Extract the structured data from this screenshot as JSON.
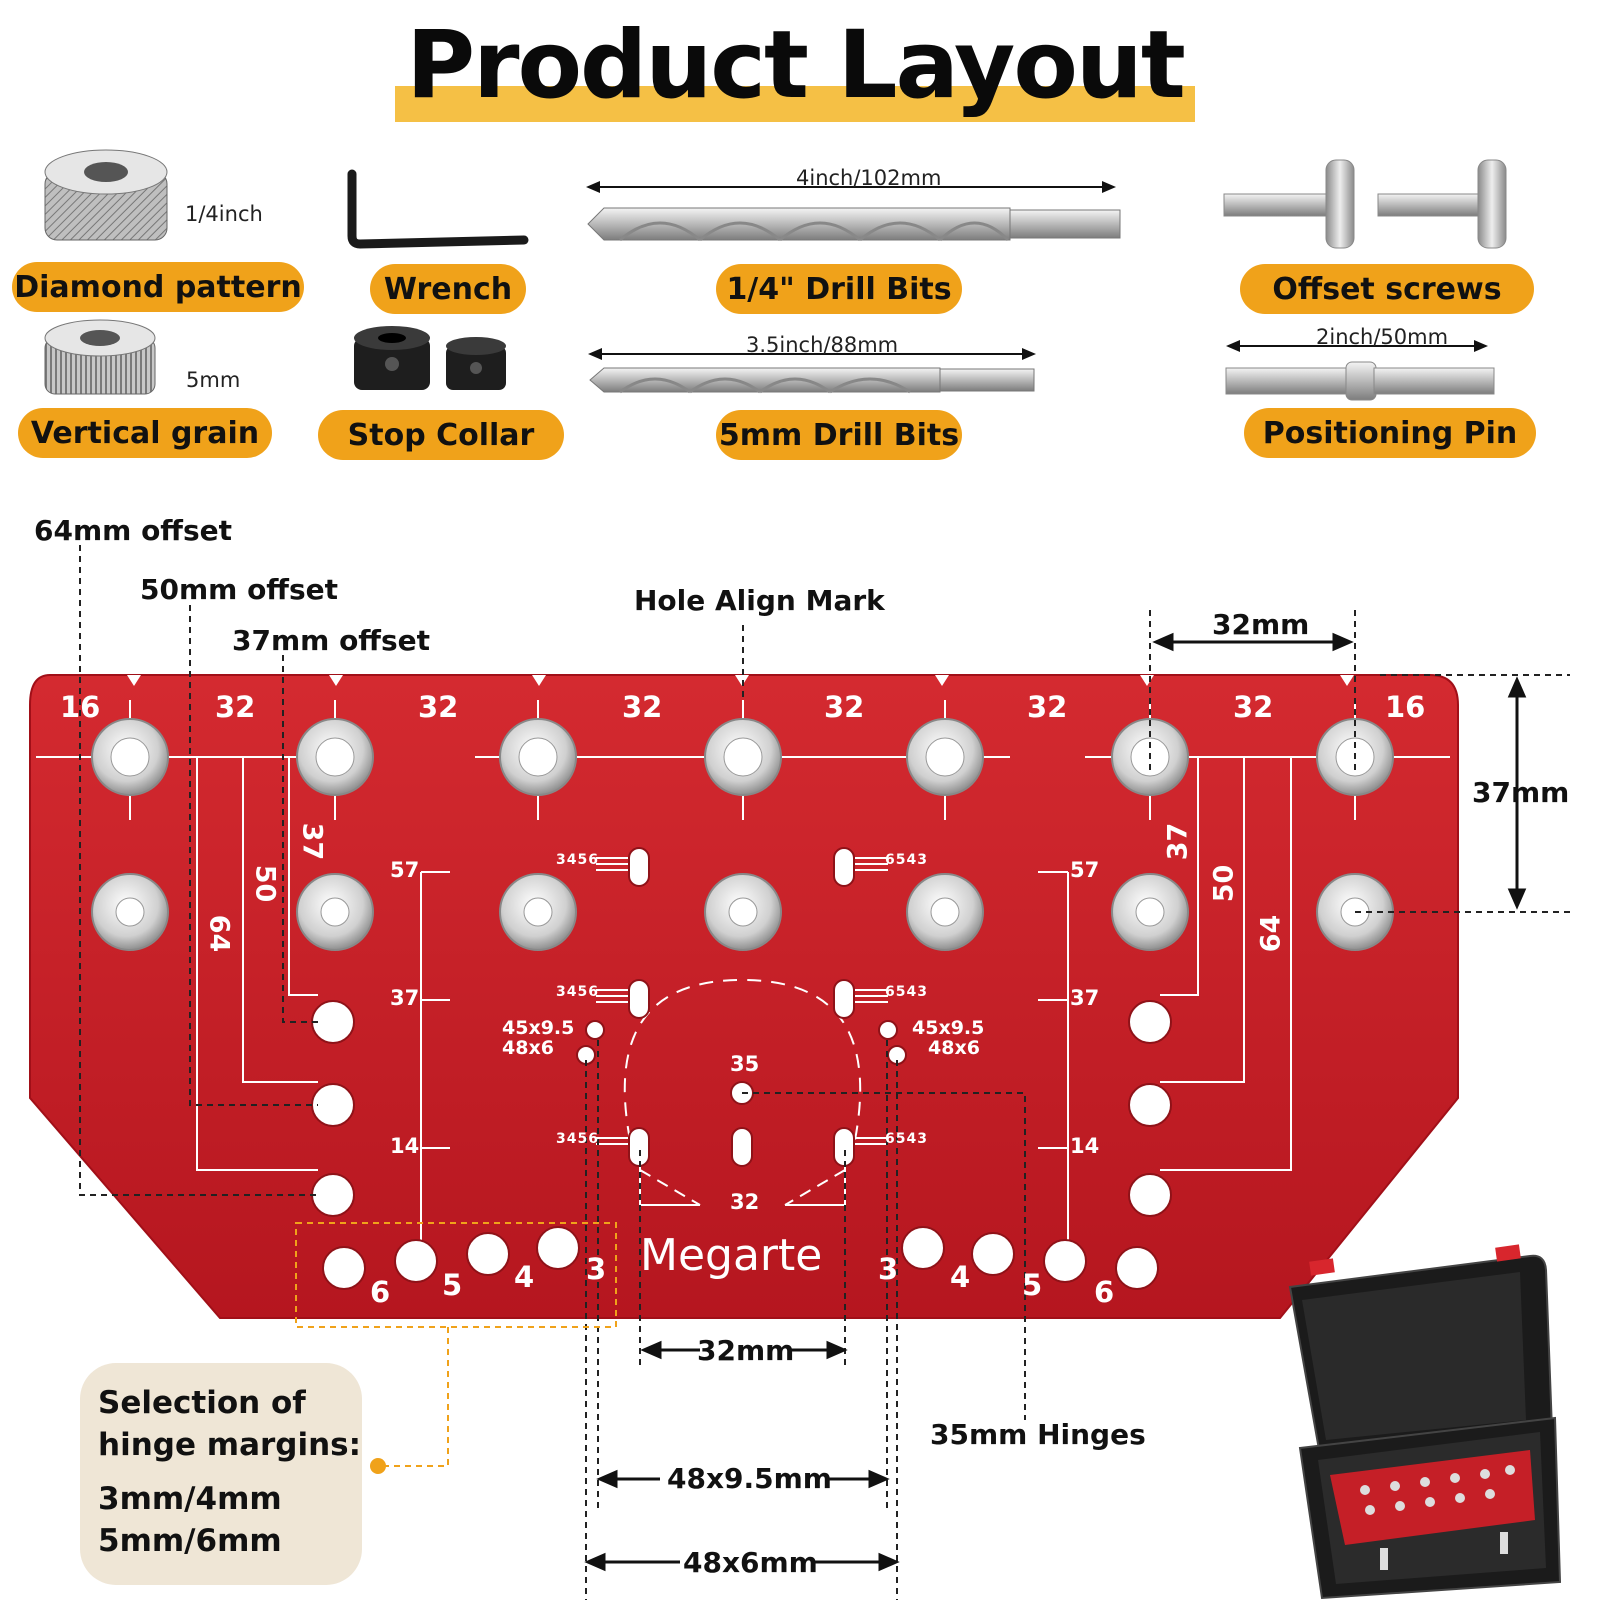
{
  "title": "Product Layout",
  "accessories": {
    "diamond_size": "1/4inch",
    "diamond_label": "Diamond pattern",
    "vertical_size": "5mm",
    "vertical_label": "Vertical grain",
    "wrench_label": "Wrench",
    "stop_collar_label": "Stop Collar",
    "drill_quarter_length": "4inch/102mm",
    "drill_quarter_label": "1/4\" Drill Bits",
    "drill_5mm_length": "3.5inch/88mm",
    "drill_5mm_label": "5mm Drill Bits",
    "offset_screws_label": "Offset screws",
    "pin_length": "2inch/50mm",
    "pin_label": "Positioning Pin"
  },
  "jig": {
    "brand": "Megarte",
    "offset_64": "64mm offset",
    "offset_50": "50mm offset",
    "offset_37": "37mm offset",
    "hole_align_mark": "Hole Align Mark",
    "spacing_32": "32mm",
    "height_37": "37mm",
    "top_scale": [
      "16",
      "32",
      "32",
      "32",
      "32",
      "32",
      "32",
      "16"
    ],
    "left_vertical": [
      "37",
      "50",
      "64"
    ],
    "right_vertical": [
      "37",
      "50",
      "64"
    ],
    "left_ruler": [
      "57",
      "37",
      "14"
    ],
    "right_ruler": [
      "57",
      "37",
      "14"
    ],
    "margin_left": [
      "6",
      "5",
      "4",
      "3"
    ],
    "margin_right": [
      "3",
      "4",
      "5",
      "6"
    ],
    "spec_45": "45x9.5",
    "spec_48": "48x6",
    "center_35": "35",
    "center_32": "32",
    "mini_scale_a": "3456",
    "mini_scale_b": "6543",
    "dim_32": "32mm",
    "dim_48x95": "48x9.5mm",
    "dim_48x6": "48x6mm",
    "hinges_35": "35mm Hinges"
  },
  "callout": {
    "line1": "Selection of",
    "line2": "hinge margins:",
    "line3": "3mm/4mm",
    "line4": "5mm/6mm"
  },
  "colors": {
    "jig_red": "#c51f27",
    "pill_orange": "#f0a21a",
    "title_bar": "#f5c045",
    "callout_bg": "#efe6d6"
  }
}
